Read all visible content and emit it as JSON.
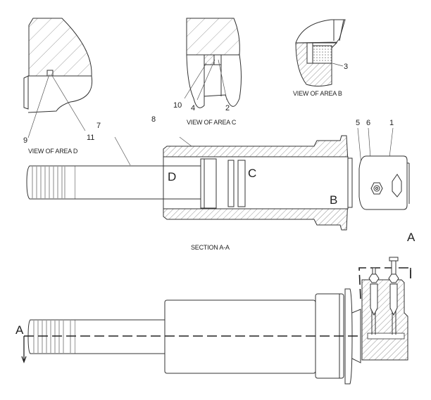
{
  "drawing": {
    "views": {
      "area_d": {
        "caption": "VIEW OF AREA  D",
        "callouts": [
          "9",
          "11"
        ]
      },
      "area_c": {
        "caption": "VIEW OF AREA  C",
        "callouts": [
          "10",
          "4",
          "2"
        ]
      },
      "area_b": {
        "caption": "VIEW OF AREA  B",
        "callouts": [
          "3"
        ]
      }
    },
    "section": {
      "caption": "SECTION  A-A",
      "callouts": [
        "7",
        "8",
        "5",
        "6",
        "1"
      ],
      "area_labels": [
        "D",
        "C",
        "B"
      ]
    },
    "cut_line_labels": [
      "A",
      "A"
    ]
  }
}
